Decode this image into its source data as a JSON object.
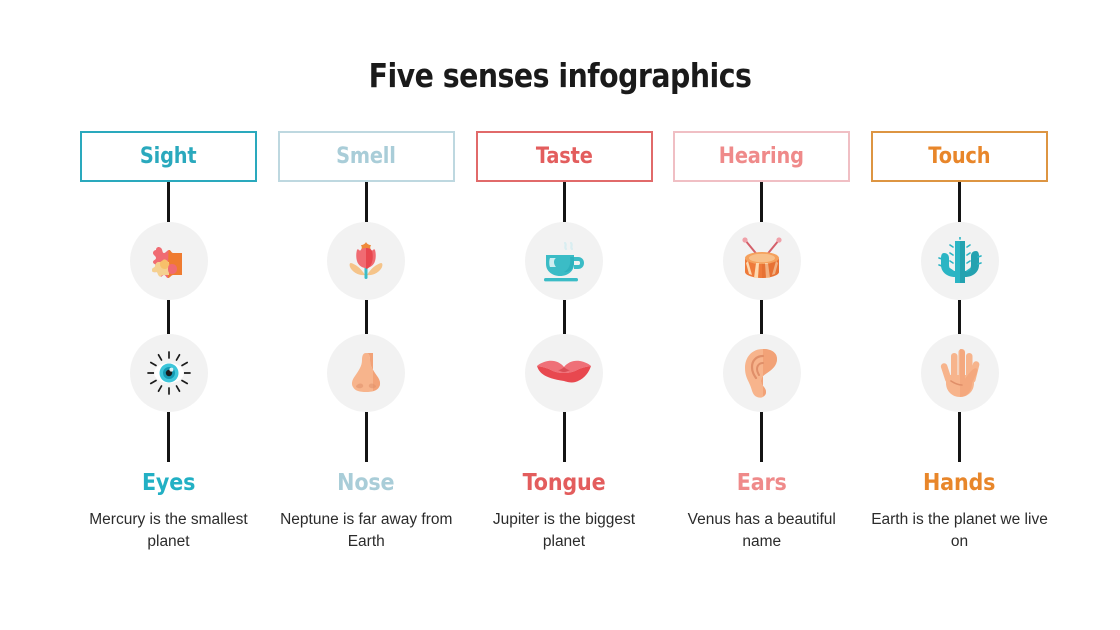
{
  "slide": {
    "title": "Five senses infographics",
    "background_color": "#ffffff",
    "circle_background": "#f2f2f2",
    "connector_color": "#141414",
    "description_color": "#2b2b2b"
  },
  "columns": [
    {
      "header_label": "Sight",
      "header_color": "#2aa9bd",
      "header_border_color": "#2aa9bd",
      "top_icon": "palette-icon",
      "bottom_icon": "eye-icon",
      "sense_label": "Eyes",
      "sense_color": "#22b0c4",
      "description": "Mercury is the smallest planet"
    },
    {
      "header_label": "Smell",
      "header_color": "#a9cdd8",
      "header_border_color": "#bed8e0",
      "top_icon": "tulip-icon",
      "bottom_icon": "nose-icon",
      "sense_label": "Nose",
      "sense_color": "#a9cdd8",
      "description": "Neptune is far away from Earth"
    },
    {
      "header_label": "Taste",
      "header_color": "#e35d5d",
      "header_border_color": "#e16a6a",
      "top_icon": "coffee-cup-icon",
      "bottom_icon": "lips-icon",
      "sense_label": "Tongue",
      "sense_color": "#e35d5d",
      "description": "Jupiter is the biggest planet"
    },
    {
      "header_label": "Hearing",
      "header_color": "#ef8a8a",
      "header_border_color": "#f0bfc4",
      "top_icon": "drum-icon",
      "bottom_icon": "ear-icon",
      "sense_label": "Ears",
      "sense_color": "#ef8a8a",
      "description": "Venus has a beautiful name"
    },
    {
      "header_label": "Touch",
      "header_color": "#e8862a",
      "header_border_color": "#dd9542",
      "top_icon": "cactus-icon",
      "bottom_icon": "hand-icon",
      "sense_label": "Hands",
      "sense_color": "#e8862a",
      "description": "Earth is the planet we live on"
    }
  ]
}
